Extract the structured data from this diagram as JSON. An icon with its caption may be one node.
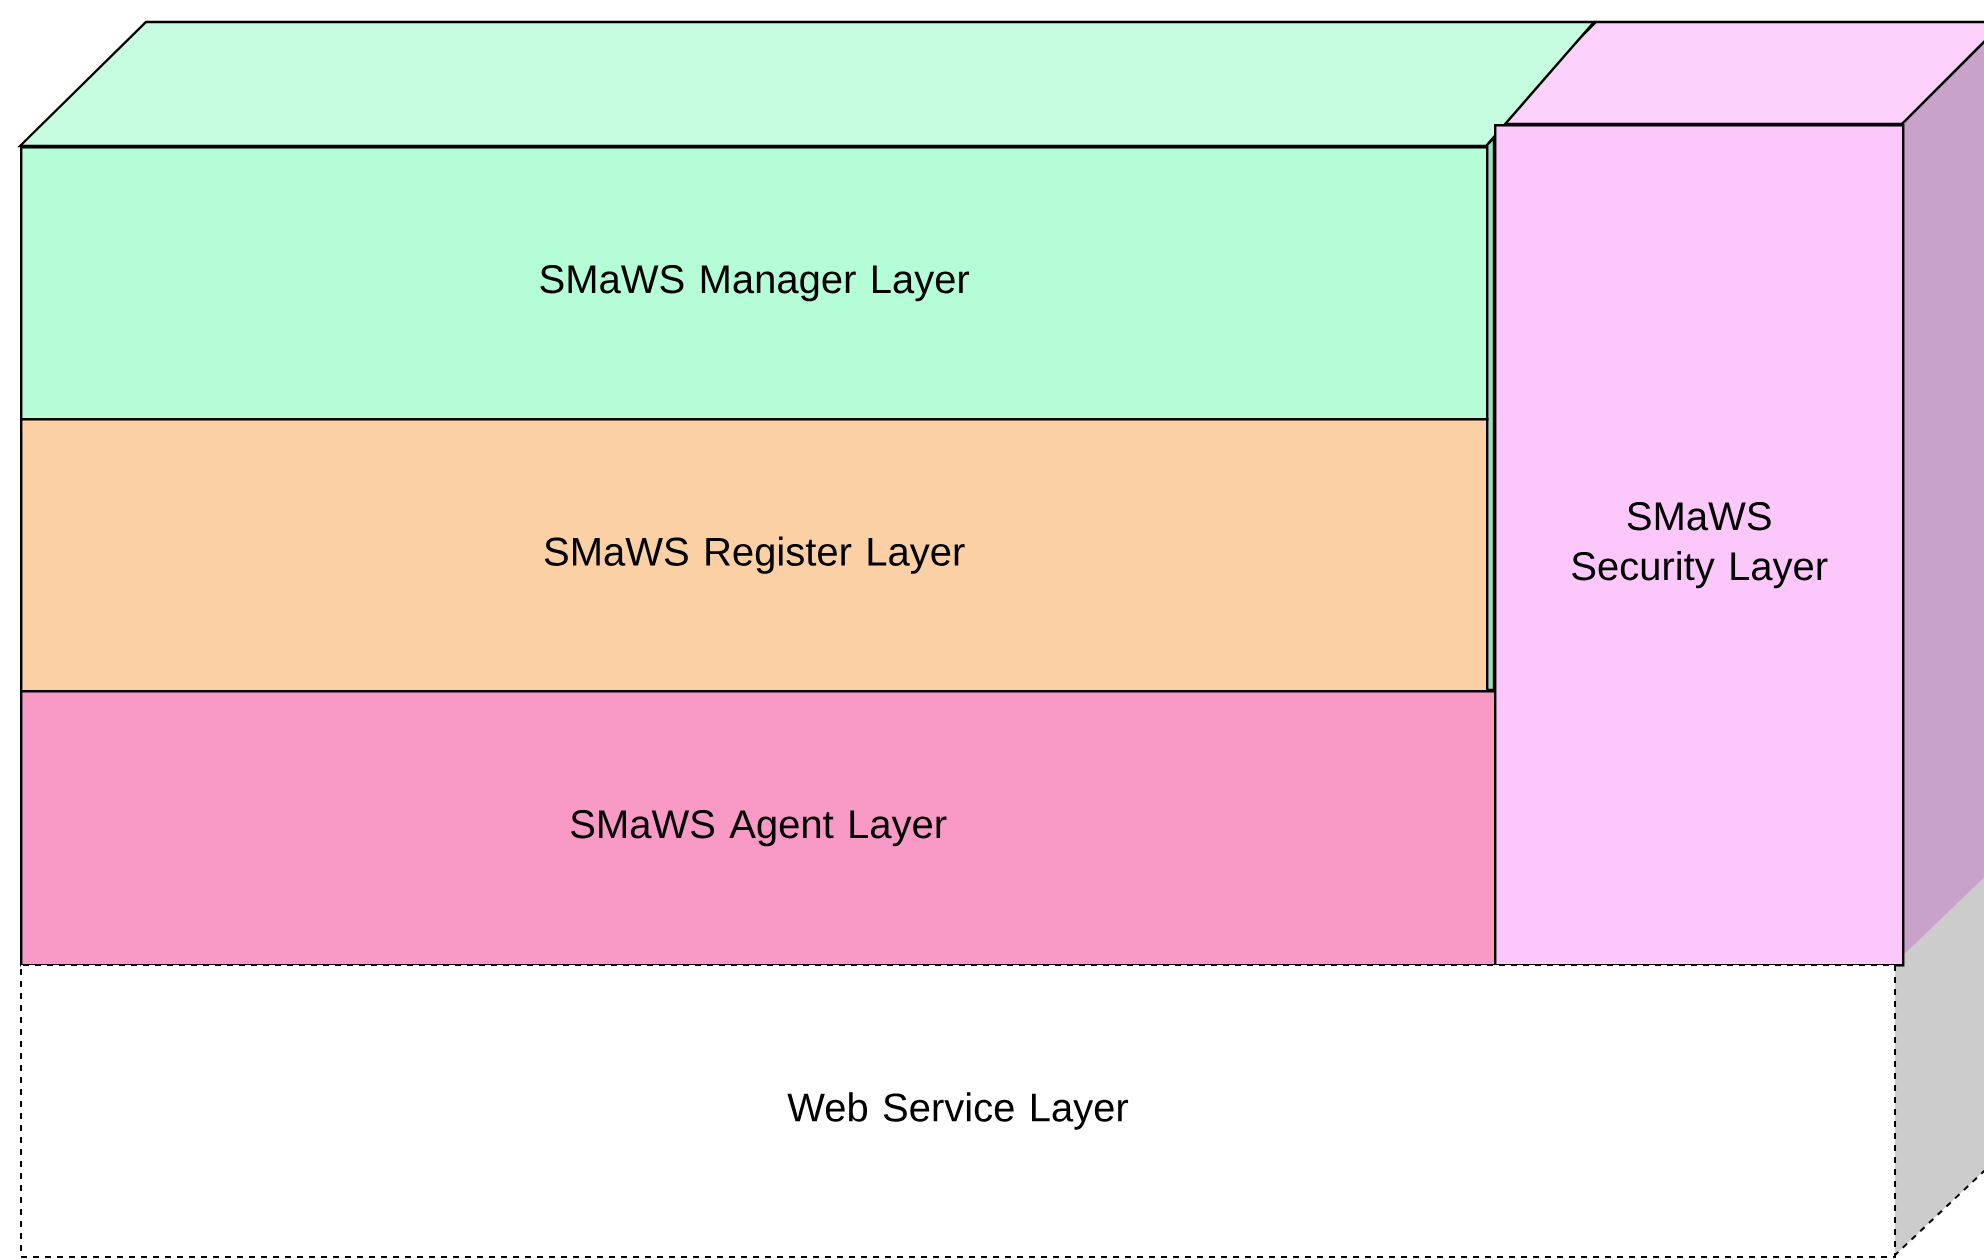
{
  "diagram": {
    "nodes": [
      {
        "text": [
          "SMaWS Manager Layer"
        ]
      },
      {
        "text": [
          "SMaWS Register Layer"
        ]
      },
      {
        "text": [
          "SMaWS Agent Layer"
        ]
      },
      {
        "text": [
          "SMaWS Security Layer"
        ]
      },
      {
        "text": [
          "Web Service Layer"
        ]
      }
    ]
  }
}
